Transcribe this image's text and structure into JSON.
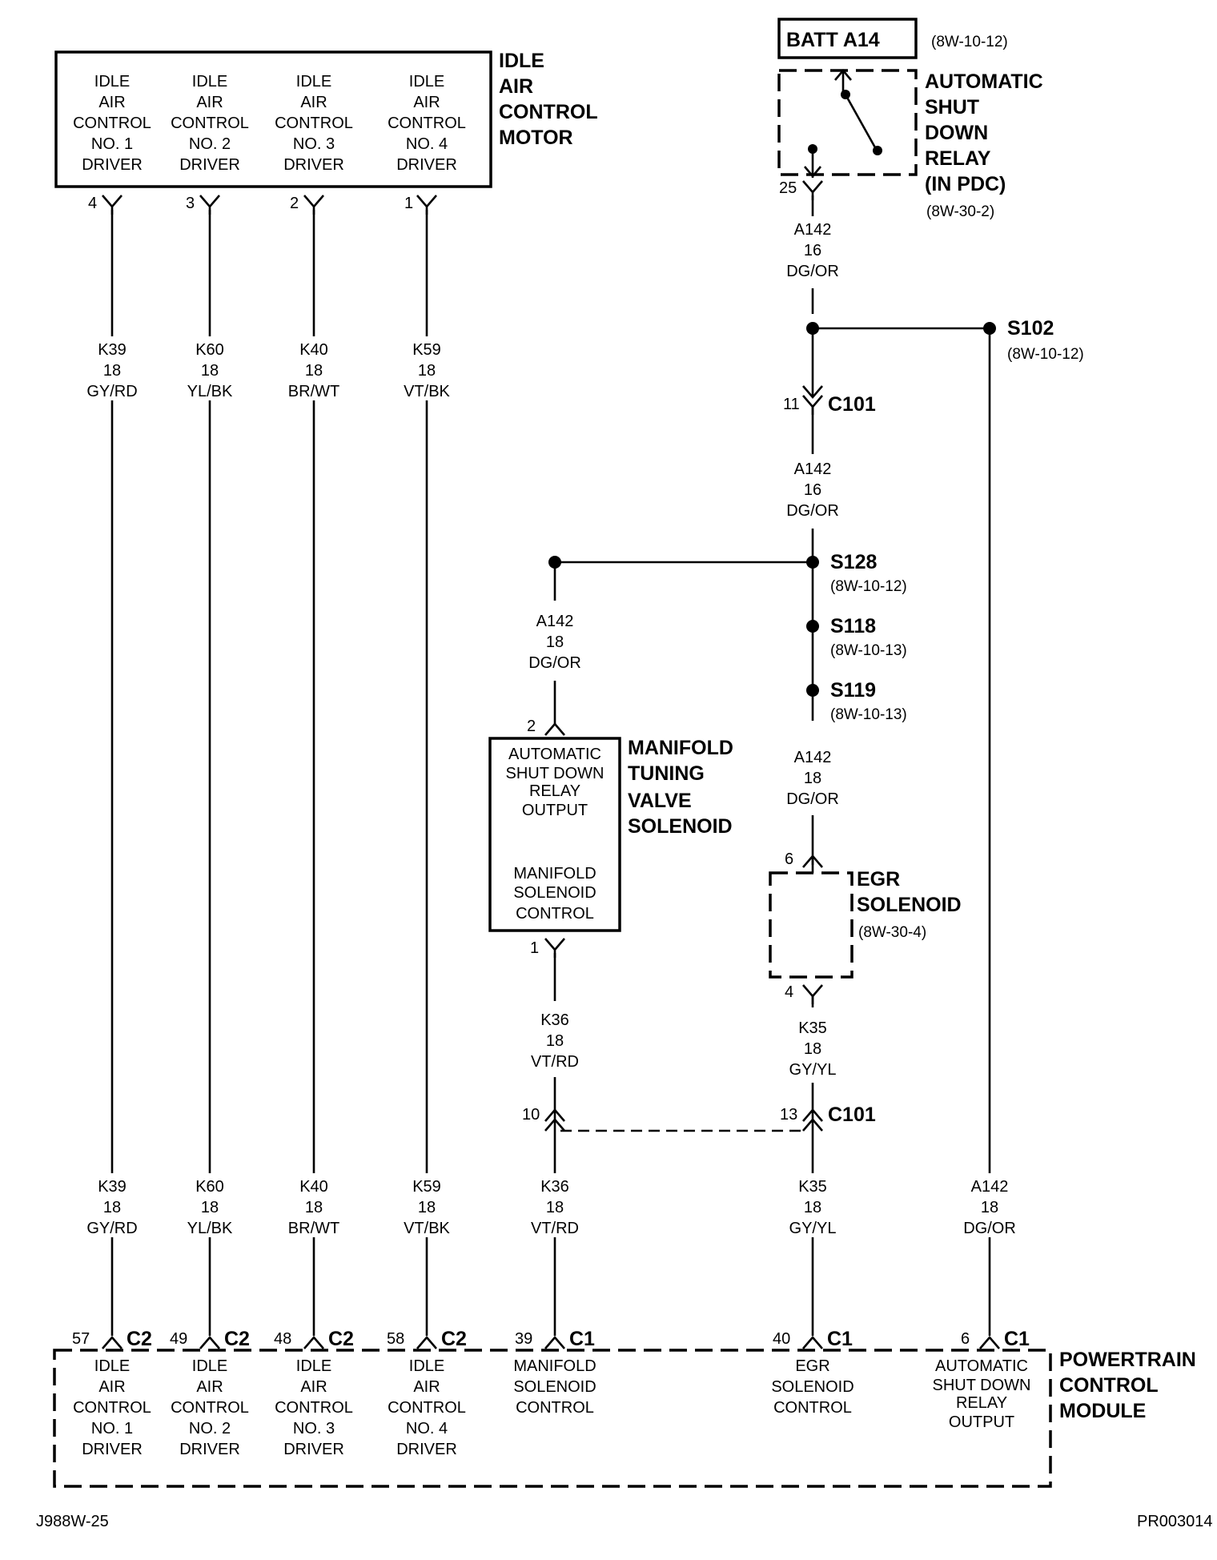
{
  "iac_motor": {
    "title": [
      "IDLE",
      "AIR",
      "CONTROL",
      "MOTOR"
    ],
    "pins": [
      {
        "label": [
          "IDLE",
          "AIR",
          "CONTROL",
          "NO. 1",
          "DRIVER"
        ],
        "pin": "4",
        "wire": [
          "K39",
          "18",
          "GY/RD"
        ]
      },
      {
        "label": [
          "IDLE",
          "AIR",
          "CONTROL",
          "NO. 2",
          "DRIVER"
        ],
        "pin": "3",
        "wire": [
          "K60",
          "18",
          "YL/BK"
        ]
      },
      {
        "label": [
          "IDLE",
          "AIR",
          "CONTROL",
          "NO. 3",
          "DRIVER"
        ],
        "pin": "2",
        "wire": [
          "K40",
          "18",
          "BR/WT"
        ]
      },
      {
        "label": [
          "IDLE",
          "AIR",
          "CONTROL",
          "NO. 4",
          "DRIVER"
        ],
        "pin": "1",
        "wire": [
          "K59",
          "18",
          "VT/BK"
        ]
      }
    ]
  },
  "batt": {
    "label": "BATT A14",
    "ref": "(8W-10-12)"
  },
  "asd_relay": {
    "title": [
      "AUTOMATIC",
      "SHUT",
      "DOWN",
      "RELAY",
      "(IN PDC)"
    ],
    "ref": "(8W-30-2)",
    "pin": "25"
  },
  "a142_16": [
    "A142",
    "16",
    "DG/OR"
  ],
  "s102": {
    "label": "S102",
    "ref": "(8W-10-12)"
  },
  "c101_top": {
    "pin": "11",
    "label": "C101"
  },
  "s128": {
    "label": "S128",
    "ref": "(8W-10-12)"
  },
  "s118": {
    "label": "S118",
    "ref": "(8W-10-13)"
  },
  "s119": {
    "label": "S119",
    "ref": "(8W-10-13)"
  },
  "a142_18": [
    "A142",
    "18",
    "DG/OR"
  ],
  "mtv": {
    "title": [
      "MANIFOLD",
      "TUNING",
      "VALVE",
      "SOLENOID"
    ],
    "top_label": [
      "AUTOMATIC",
      "SHUT DOWN",
      "RELAY",
      "OUTPUT"
    ],
    "bottom_label": [
      "MANIFOLD",
      "SOLENOID",
      "CONTROL"
    ],
    "pin_top": "2",
    "pin_bottom": "1"
  },
  "egr": {
    "title": [
      "EGR",
      "SOLENOID"
    ],
    "ref": "(8W-30-4)",
    "pin_top": "6",
    "pin_bottom": "4"
  },
  "k36": [
    "K36",
    "18",
    "VT/RD"
  ],
  "k35": [
    "K35",
    "18",
    "GY/YL"
  ],
  "c101_bottom": {
    "pin_left": "10",
    "pin_right": "13",
    "label": "C101"
  },
  "pcm": {
    "title": [
      "POWERTRAIN",
      "CONTROL",
      "MODULE"
    ],
    "pins": [
      {
        "pin": "57",
        "conn": "C2",
        "label": [
          "IDLE",
          "AIR",
          "CONTROL",
          "NO. 1",
          "DRIVER"
        ]
      },
      {
        "pin": "49",
        "conn": "C2",
        "label": [
          "IDLE",
          "AIR",
          "CONTROL",
          "NO. 2",
          "DRIVER"
        ]
      },
      {
        "pin": "48",
        "conn": "C2",
        "label": [
          "IDLE",
          "AIR",
          "CONTROL",
          "NO. 3",
          "DRIVER"
        ]
      },
      {
        "pin": "58",
        "conn": "C2",
        "label": [
          "IDLE",
          "AIR",
          "CONTROL",
          "NO. 4",
          "DRIVER"
        ]
      },
      {
        "pin": "39",
        "conn": "C1",
        "label": [
          "MANIFOLD",
          "SOLENOID",
          "CONTROL"
        ]
      },
      {
        "pin": "40",
        "conn": "C1",
        "label": [
          "EGR",
          "SOLENOID",
          "CONTROL"
        ]
      },
      {
        "pin": "6",
        "conn": "C1",
        "label": [
          "AUTOMATIC",
          "SHUT DOWN",
          "RELAY",
          "OUTPUT"
        ]
      }
    ]
  },
  "footer": {
    "left": "J988W-25",
    "right": "PR003014"
  }
}
